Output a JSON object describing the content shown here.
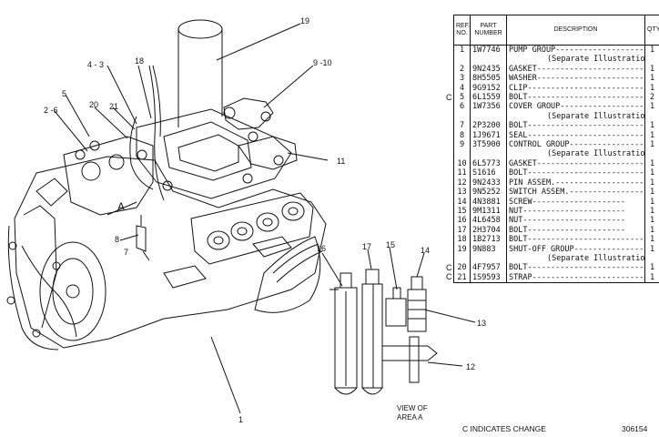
{
  "callouts": {
    "c19": "19",
    "c9_10": "9 -10",
    "c11": "11",
    "c4_3": "4 - 3",
    "c18": "18",
    "c5": "5",
    "c20": "20",
    "c21": "21",
    "c2_6": "2 -6",
    "cA": "A",
    "c8": "8",
    "c7": "7",
    "c1": "1",
    "c16": "16",
    "c17": "17",
    "c15": "15",
    "c14": "14",
    "c13": "13",
    "c12": "12"
  },
  "table": {
    "headers": {
      "ref": "REF. NO.",
      "part": "PART NUMBER",
      "desc": "DESCRIPTION",
      "qty": "QTY"
    },
    "rows": [
      {
        "ref": "1",
        "part": "1W7746",
        "desc": "PUMP GROUP-------------------",
        "qty": "1",
        "flag": ""
      },
      {
        "ref": "",
        "part": "",
        "desc": "(Separate Illustration)",
        "qty": "",
        "flag": "",
        "sep": true
      },
      {
        "ref": "2",
        "part": "9N2435",
        "desc": "GASKET--------------------------",
        "qty": "1",
        "flag": ""
      },
      {
        "ref": "3",
        "part": "8H5505",
        "desc": "WASHER------------------------",
        "qty": "1",
        "flag": ""
      },
      {
        "ref": "4",
        "part": "9G9152",
        "desc": "CLIP----------------------------",
        "qty": "1",
        "flag": ""
      },
      {
        "ref": "5",
        "part": "6L1559",
        "desc": "BOLT---------------------------",
        "qty": "2",
        "flag": "C"
      },
      {
        "ref": "6",
        "part": "1W7356",
        "desc": "COVER GROUP-------------------",
        "qty": "1",
        "flag": ""
      },
      {
        "ref": "",
        "part": "",
        "desc": "(Separate Illustration)",
        "qty": "",
        "flag": "",
        "sep": true
      },
      {
        "ref": "7",
        "part": "2P3200",
        "desc": "BOLT---------------------------",
        "qty": "1",
        "flag": ""
      },
      {
        "ref": "8",
        "part": "1J9671",
        "desc": "SEAL---------------------------",
        "qty": "1",
        "flag": ""
      },
      {
        "ref": "9",
        "part": "3T5900",
        "desc": "CONTROL GROUP----------------",
        "qty": "1",
        "flag": ""
      },
      {
        "ref": "",
        "part": "",
        "desc": "(Separate Illustration)",
        "qty": "",
        "flag": "",
        "sep": true
      },
      {
        "ref": "10",
        "part": "6L5773",
        "desc": "GASKET-------------------------",
        "qty": "1",
        "flag": ""
      },
      {
        "ref": "11",
        "part": "S1616",
        "desc": "BOLT---------------------------",
        "qty": "1",
        "flag": ""
      },
      {
        "ref": "12",
        "part": "9N2433",
        "desc": "PIN ASSEM.---------------------",
        "qty": "1",
        "flag": ""
      },
      {
        "ref": "13",
        "part": "9N5252",
        "desc": "SWITCH ASSEM.-----------------",
        "qty": "1",
        "flag": ""
      },
      {
        "ref": "14",
        "part": "4N3881",
        "desc": "      SCREW--------------------",
        "qty": "1",
        "flag": ""
      },
      {
        "ref": "15",
        "part": "9M1311",
        "desc": "      NUT----------------------",
        "qty": "1",
        "flag": ""
      },
      {
        "ref": "16",
        "part": "4L6458",
        "desc": "      NUT----------------------",
        "qty": "1",
        "flag": ""
      },
      {
        "ref": "17",
        "part": "2H3704",
        "desc": "      BOLT---------------------",
        "qty": "1",
        "flag": ""
      },
      {
        "ref": "18",
        "part": "1B2713",
        "desc": "BOLT---------------------------",
        "qty": "1",
        "flag": ""
      },
      {
        "ref": "19",
        "part": "9N883",
        "desc": "SHUT-OFF GROUP---------------",
        "qty": "1",
        "flag": ""
      },
      {
        "ref": "",
        "part": "",
        "desc": "(Separate Illustration)",
        "qty": "",
        "flag": "",
        "sep": true
      },
      {
        "ref": "20",
        "part": "4F7957",
        "desc": "BOLT---------------------------",
        "qty": "1",
        "flag": "C"
      },
      {
        "ref": "21",
        "part": "1S9593",
        "desc": "STRAP--------------------------",
        "qty": "1",
        "flag": "C"
      }
    ]
  },
  "view_label_line1": "VIEW OF",
  "view_label_line2": "AREA  A",
  "change_note": "C  INDICATES CHANGE",
  "drawing_number": "306154"
}
